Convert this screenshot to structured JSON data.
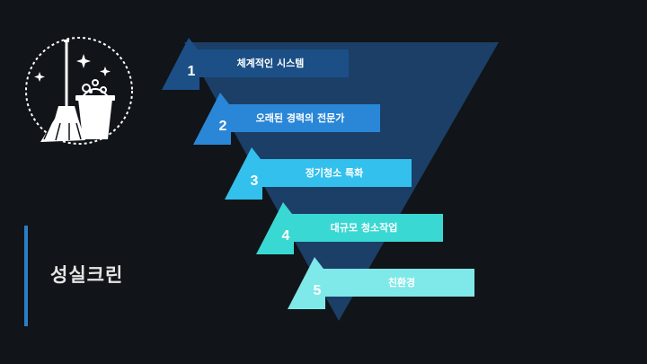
{
  "brand": {
    "name": "성실크린",
    "logo_icon": "cleaning-broom-bucket-icon"
  },
  "pyramid": {
    "apex_color": "#1b3f66",
    "tiers": [
      {
        "number": "1",
        "label": "체계적인 시스템",
        "color": "#1b4f86"
      },
      {
        "number": "2",
        "label": "오래된 경력의 전문가",
        "color": "#2a86d6"
      },
      {
        "number": "3",
        "label": "정기청소 특화",
        "color": "#33c0ec"
      },
      {
        "number": "4",
        "label": "대규모 청소작업",
        "color": "#3ad8d3"
      },
      {
        "number": "5",
        "label": "친환경",
        "color": "#7fe8e8"
      }
    ]
  }
}
